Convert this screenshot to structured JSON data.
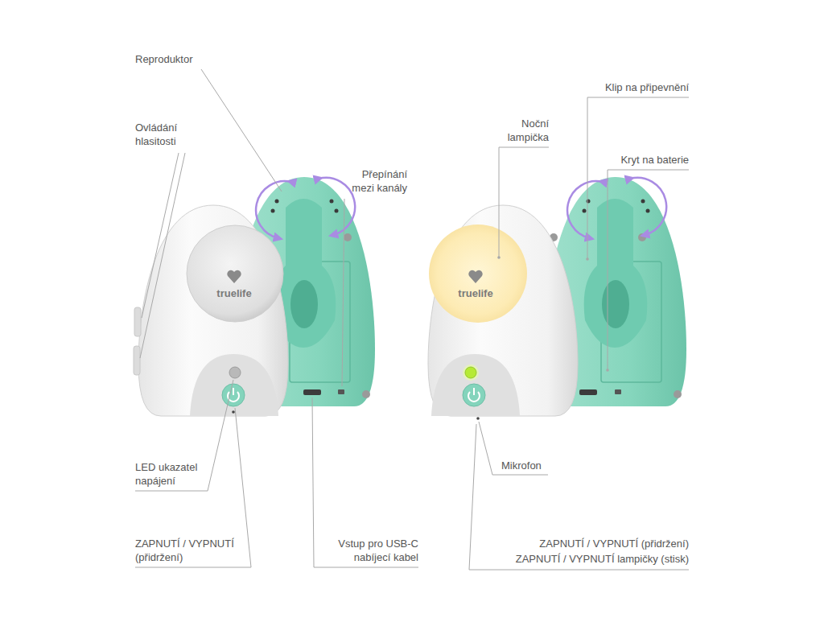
{
  "diagram": {
    "labels": [
      "Reproduktor",
      "Ovládání hlasitosti",
      "Přepínání mezi kanály",
      "LED ukazatel napájení",
      "ZAPNUTÍ / VYPNUTÍ (přidržení)",
      "Vstup pro USB-C nabíjecí kabel",
      "Klip na připevnění",
      "Noční lampička",
      "Kryt na baterie",
      "Mikrofon",
      "ZAPNUTÍ / VYPNUTÍ (přidržení)",
      "ZAPNUTÍ / VYPNUTÍ lampičky (stisk)",
      "truelife",
      "truelife"
    ]
  }
}
